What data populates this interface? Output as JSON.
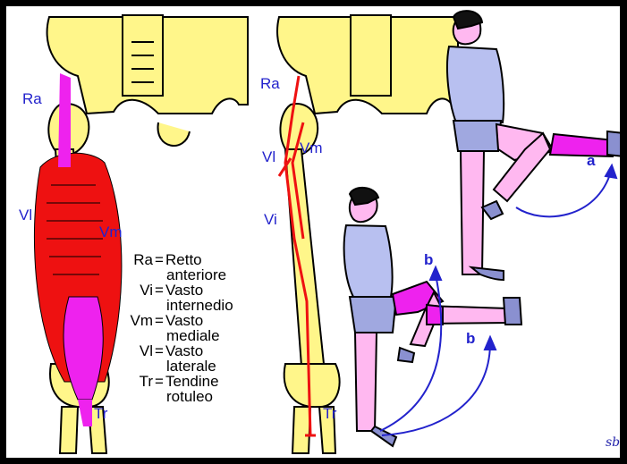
{
  "labels_left": {
    "ra": "Ra",
    "vl": "Vl",
    "vm": "Vm",
    "tr": "Tr"
  },
  "labels_middle": {
    "ra": "Ra",
    "vm": "Vm",
    "vl": "Vl",
    "vi": "Vi",
    "tr": "Tr"
  },
  "labels_exercise": {
    "a": "a",
    "b_top": "b",
    "b_bottom": "b"
  },
  "legend": [
    {
      "abbr": "Ra",
      "eq": "=",
      "line1": "Retto",
      "line2": "anteriore"
    },
    {
      "abbr": "Vi",
      "eq": "=",
      "line1": "Vasto",
      "line2": "internedio"
    },
    {
      "abbr": "Vm",
      "eq": "=",
      "line1": "Vasto",
      "line2": "mediale"
    },
    {
      "abbr": "Vl",
      "eq": "=",
      "line1": "Vasto",
      "line2": "laterale"
    },
    {
      "abbr": "Tr",
      "eq": "=",
      "line1": "Tendine",
      "line2": "rotuleo"
    }
  ],
  "signature": "sb",
  "colors": {
    "bone": "#fff68a",
    "bone_outline": "#000000",
    "muscle_red": "#ee1111",
    "tendon_magenta": "#ee22ee",
    "label_blue": "#2222cc",
    "skin": "#ffb8f0",
    "shirt": "#b8c0f0",
    "shorts": "#a0a8e0",
    "hair": "#111111",
    "shoe": "#8a90d0"
  }
}
